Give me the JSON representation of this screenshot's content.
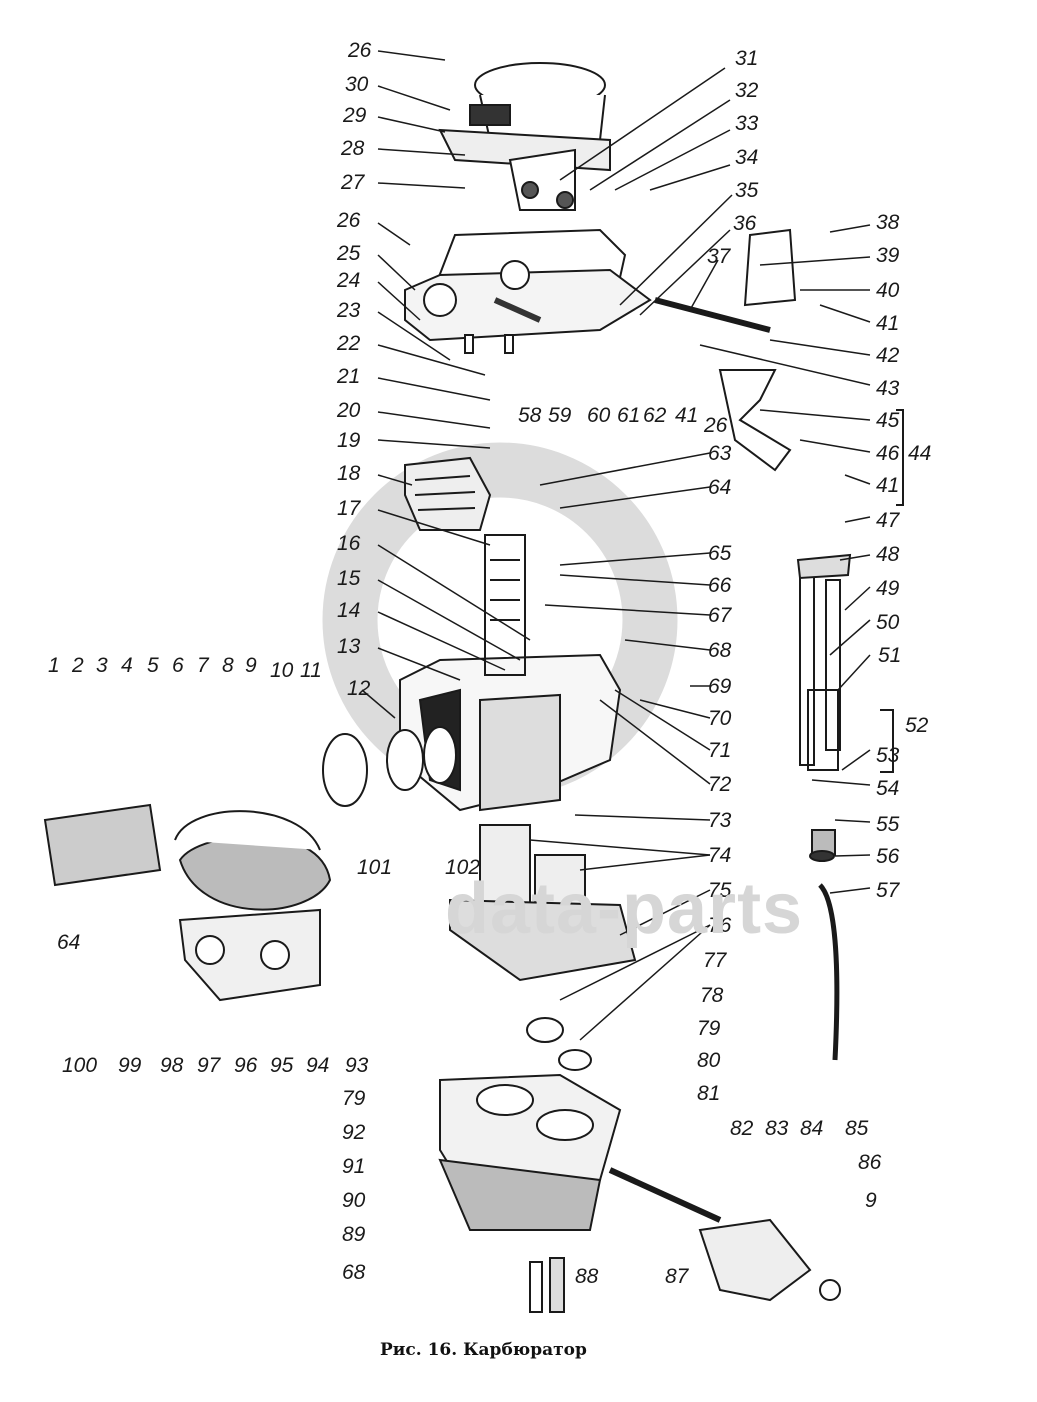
{
  "figure": {
    "caption": "Рис. 16. Карбюратор",
    "watermark": "data-parts",
    "watermark_logo": "data-parts-logo"
  },
  "labels": [
    {
      "n": "26"
    },
    {
      "n": "30"
    },
    {
      "n": "29"
    },
    {
      "n": "28"
    },
    {
      "n": "27"
    },
    {
      "n": "26"
    },
    {
      "n": "25"
    },
    {
      "n": "24"
    },
    {
      "n": "23"
    },
    {
      "n": "22"
    },
    {
      "n": "21"
    },
    {
      "n": "20"
    },
    {
      "n": "19"
    },
    {
      "n": "18"
    },
    {
      "n": "17"
    },
    {
      "n": "16"
    },
    {
      "n": "15"
    },
    {
      "n": "14"
    },
    {
      "n": "13"
    },
    {
      "n": "12"
    },
    {
      "n": "31"
    },
    {
      "n": "32"
    },
    {
      "n": "33"
    },
    {
      "n": "34"
    },
    {
      "n": "35"
    },
    {
      "n": "36"
    },
    {
      "n": "37"
    },
    {
      "n": "38"
    },
    {
      "n": "39"
    },
    {
      "n": "40"
    },
    {
      "n": "41"
    },
    {
      "n": "42"
    },
    {
      "n": "43"
    },
    {
      "n": "45"
    },
    {
      "n": "46"
    },
    {
      "n": "41"
    },
    {
      "n": "44"
    },
    {
      "n": "47"
    },
    {
      "n": "48"
    },
    {
      "n": "49"
    },
    {
      "n": "50"
    },
    {
      "n": "51"
    },
    {
      "n": "52"
    },
    {
      "n": "53"
    },
    {
      "n": "54"
    },
    {
      "n": "55"
    },
    {
      "n": "56"
    },
    {
      "n": "57"
    },
    {
      "n": "58"
    },
    {
      "n": "59"
    },
    {
      "n": "60"
    },
    {
      "n": "61"
    },
    {
      "n": "62"
    },
    {
      "n": "41"
    },
    {
      "n": "26"
    },
    {
      "n": "63"
    },
    {
      "n": "64"
    },
    {
      "n": "65"
    },
    {
      "n": "66"
    },
    {
      "n": "67"
    },
    {
      "n": "68"
    },
    {
      "n": "69"
    },
    {
      "n": "70"
    },
    {
      "n": "71"
    },
    {
      "n": "72"
    },
    {
      "n": "73"
    },
    {
      "n": "74"
    },
    {
      "n": "75"
    },
    {
      "n": "76"
    },
    {
      "n": "77"
    },
    {
      "n": "78"
    },
    {
      "n": "79"
    },
    {
      "n": "80"
    },
    {
      "n": "1"
    },
    {
      "n": "2"
    },
    {
      "n": "3"
    },
    {
      "n": "4"
    },
    {
      "n": "5"
    },
    {
      "n": "6"
    },
    {
      "n": "7"
    },
    {
      "n": "8"
    },
    {
      "n": "9"
    },
    {
      "n": "10"
    },
    {
      "n": "11"
    },
    {
      "n": "101"
    },
    {
      "n": "102"
    },
    {
      "n": "64"
    },
    {
      "n": "100"
    },
    {
      "n": "99"
    },
    {
      "n": "98"
    },
    {
      "n": "97"
    },
    {
      "n": "96"
    },
    {
      "n": "95"
    },
    {
      "n": "94"
    },
    {
      "n": "93"
    },
    {
      "n": "79"
    },
    {
      "n": "92"
    },
    {
      "n": "91"
    },
    {
      "n": "90"
    },
    {
      "n": "89"
    },
    {
      "n": "68"
    },
    {
      "n": "88"
    },
    {
      "n": "87"
    },
    {
      "n": "81"
    },
    {
      "n": "82"
    },
    {
      "n": "83"
    },
    {
      "n": "84"
    },
    {
      "n": "85"
    },
    {
      "n": "86"
    },
    {
      "n": "9"
    }
  ]
}
